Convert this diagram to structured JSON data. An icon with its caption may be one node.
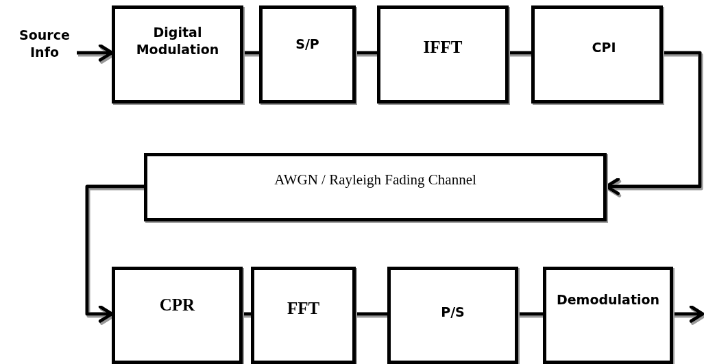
{
  "diagram": {
    "nodes": [
      {
        "text": [
          "Source Info"
        ]
      },
      {
        "text": [
          "Digital Modulation"
        ]
      },
      {
        "text": [
          "S/P"
        ]
      },
      {
        "text": [
          "IFFT"
        ]
      },
      {
        "text": [
          "CPI"
        ]
      },
      {
        "text": [
          "AWGN / Rayleigh Fading Channel"
        ]
      },
      {
        "text": [
          "CPR"
        ]
      },
      {
        "text": [
          "FFT"
        ]
      },
      {
        "text": [
          "P/S"
        ]
      },
      {
        "text": [
          "Demodulation"
        ]
      }
    ],
    "edges": [
      {
        "from": 0,
        "to": 1,
        "arrow": "to"
      },
      {
        "from": 1,
        "to": 2,
        "arrow": "none"
      },
      {
        "from": 2,
        "to": 3,
        "arrow": "none"
      },
      {
        "from": 3,
        "to": 4,
        "arrow": "none"
      },
      {
        "from": 4,
        "to": 5,
        "arrow": "to"
      },
      {
        "from": 5,
        "to": 6,
        "arrow": "to"
      },
      {
        "from": 6,
        "to": 7,
        "arrow": "none"
      },
      {
        "from": 7,
        "to": 8,
        "arrow": "none"
      },
      {
        "from": 8,
        "to": 9,
        "arrow": "none"
      },
      {
        "from": 9,
        "to": null,
        "arrow": "to"
      }
    ]
  }
}
